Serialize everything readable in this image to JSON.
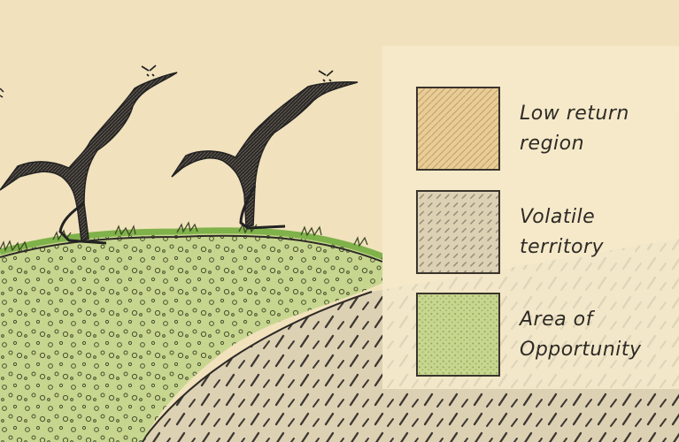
{
  "legend": {
    "items": [
      {
        "label": "Low return region",
        "color": "#e8cd97"
      },
      {
        "label": "Volatile territory",
        "color": "#ddd1b4"
      },
      {
        "label": "Area of Opportunity",
        "color": "#c7d68f"
      }
    ]
  },
  "scene": {
    "background_color": "#f1e2bd",
    "hill_color": "#c7d68f",
    "grass_color": "#7fb24a",
    "ground_color": "#ddd1b4",
    "figure_icon": "bird-figure"
  }
}
